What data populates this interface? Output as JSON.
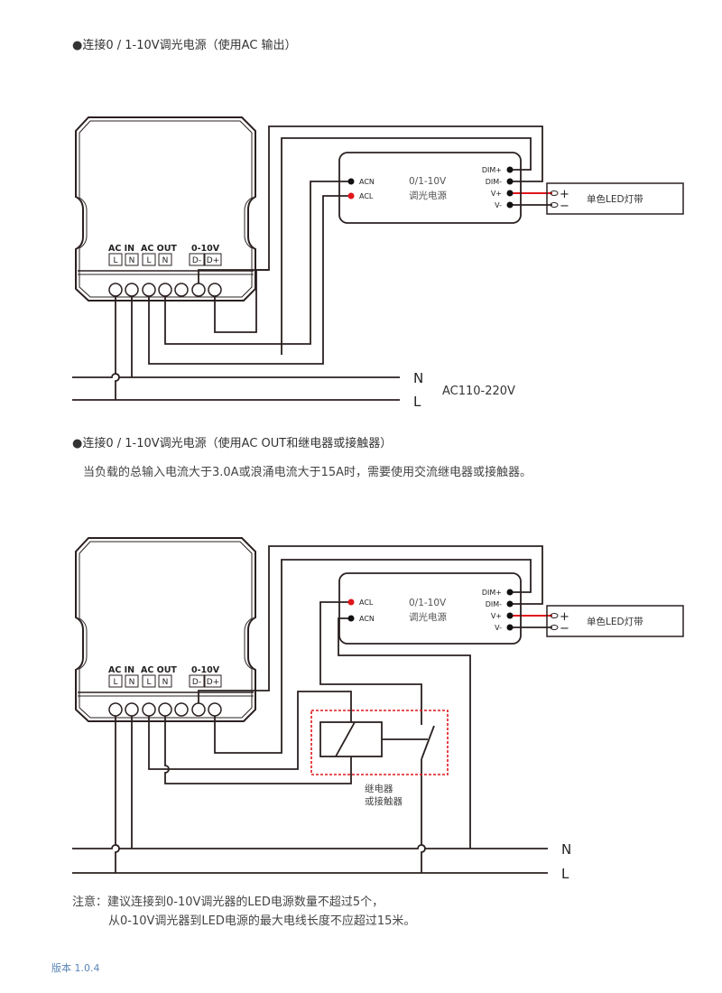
{
  "section1": {
    "heading": "●连接0 / 1-10V调光电源（使用AC 输出）",
    "dimmer": {
      "ac_in_label": "AC IN",
      "ac_out_label": "AC OUT",
      "v010_label": "0-10V",
      "terminals": [
        "L",
        "N",
        "L",
        "N"
      ],
      "dim_terminals": [
        "D-",
        "D+"
      ]
    },
    "psu": {
      "title_line1": "0/1-10V",
      "title_line2": "调光电源",
      "left_pins": [
        "ACN",
        "ACL"
      ],
      "right_pins": [
        "DIM+",
        "DIM-",
        "V+",
        "V-"
      ]
    },
    "led": {
      "label": "单色LED灯带",
      "plus": "+",
      "minus": "−"
    },
    "mains": {
      "n": "N",
      "l": "L",
      "voltage": "AC110-220V"
    }
  },
  "section2": {
    "heading": "●连接0 / 1-10V调光电源（使用AC OUT和继电器或接触器）",
    "description": "当负载的总输入电流大于3.0A或浪涌电流大于15A时，需要使用交流继电器或接触器。",
    "dimmer": {
      "ac_in_label": "AC IN",
      "ac_out_label": "AC OUT",
      "v010_label": "0-10V",
      "terminals": [
        "L",
        "N",
        "L",
        "N"
      ],
      "dim_terminals": [
        "D-",
        "D+"
      ]
    },
    "psu": {
      "title_line1": "0/1-10V",
      "title_line2": "调光电源",
      "left_pins": [
        "ACL",
        "ACN"
      ],
      "right_pins": [
        "DIM+",
        "DIM-",
        "V+",
        "V-"
      ]
    },
    "led": {
      "label": "单色LED灯带",
      "plus": "+",
      "minus": "−"
    },
    "relay": {
      "label_line1": "继电器",
      "label_line2": "或接触器"
    },
    "mains": {
      "n": "N",
      "l": "L"
    }
  },
  "note": {
    "line1": "注意：建议连接到0-10V调光器的LED电源数量不超过5个，",
    "line2": "从0-10V调光器到LED电源的最大电线长度不应超过15米。"
  },
  "version": "版本 1.0.4",
  "colors": {
    "wire": "#2b2020",
    "live": "#e0161b",
    "relay_box": "#e0161b",
    "version": "#5b86b8"
  }
}
